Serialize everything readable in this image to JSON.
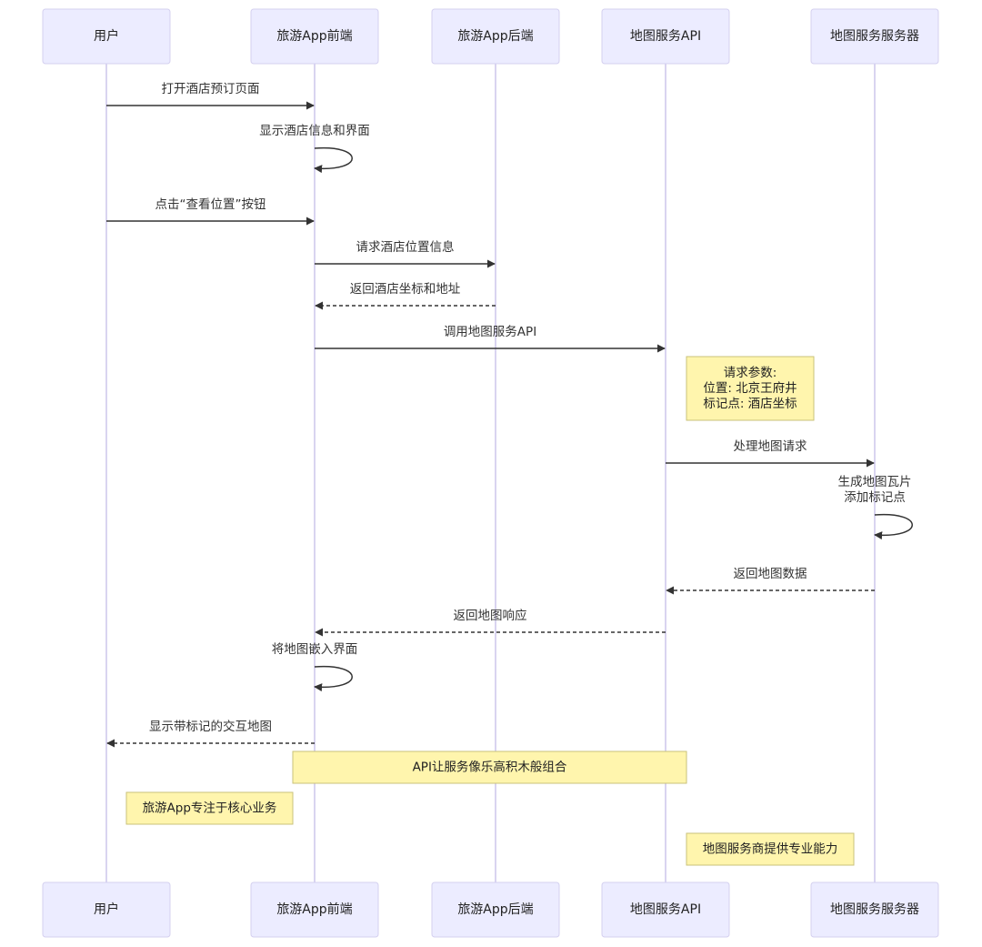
{
  "participants": [
    {
      "id": "user",
      "label": "用户"
    },
    {
      "id": "frontend",
      "label": "旅游App前端"
    },
    {
      "id": "backend",
      "label": "旅游App后端"
    },
    {
      "id": "mapapi",
      "label": "地图服务API"
    },
    {
      "id": "mapserver",
      "label": "地图服务服务器"
    }
  ],
  "messages": [
    {
      "from": "user",
      "to": "frontend",
      "label": [
        "打开酒店预订页面"
      ],
      "style": "solid"
    },
    {
      "from": "frontend",
      "to": "frontend",
      "label": [
        "显示酒店信息和界面"
      ],
      "style": "solid"
    },
    {
      "from": "user",
      "to": "frontend",
      "label": [
        "点击“查看位置”按钮"
      ],
      "style": "solid"
    },
    {
      "from": "frontend",
      "to": "backend",
      "label": [
        "请求酒店位置信息"
      ],
      "style": "solid"
    },
    {
      "from": "backend",
      "to": "frontend",
      "label": [
        "返回酒店坐标和地址"
      ],
      "style": "dashed"
    },
    {
      "from": "frontend",
      "to": "mapapi",
      "label": [
        "调用地图服务API"
      ],
      "style": "solid"
    },
    {
      "from": "mapapi",
      "to": "mapserver",
      "label": [
        "处理地图请求"
      ],
      "style": "solid"
    },
    {
      "from": "mapserver",
      "to": "mapserver",
      "label": [
        "生成地图瓦片",
        "添加标记点"
      ],
      "style": "solid"
    },
    {
      "from": "mapserver",
      "to": "mapapi",
      "label": [
        "返回地图数据"
      ],
      "style": "dashed"
    },
    {
      "from": "mapapi",
      "to": "frontend",
      "label": [
        "返回地图响应"
      ],
      "style": "dashed"
    },
    {
      "from": "frontend",
      "to": "frontend",
      "label": [
        "将地图嵌入界面"
      ],
      "style": "solid"
    },
    {
      "from": "frontend",
      "to": "user",
      "label": [
        "显示带标记的交互地图"
      ],
      "style": "dashed"
    }
  ],
  "notes": [
    {
      "position": "right of mapapi",
      "lines": [
        "请求参数:",
        "位置: 北京王府井",
        "标记点: 酒店坐标"
      ]
    },
    {
      "position": "over frontend and mapapi",
      "lines": [
        "API让服务像乐高积木般组合"
      ]
    },
    {
      "position": "right of user",
      "lines": [
        "旅游App专注于核心业务"
      ]
    },
    {
      "position": "right of mapapi",
      "lines": [
        "地图服务商提供专业能力"
      ]
    }
  ]
}
